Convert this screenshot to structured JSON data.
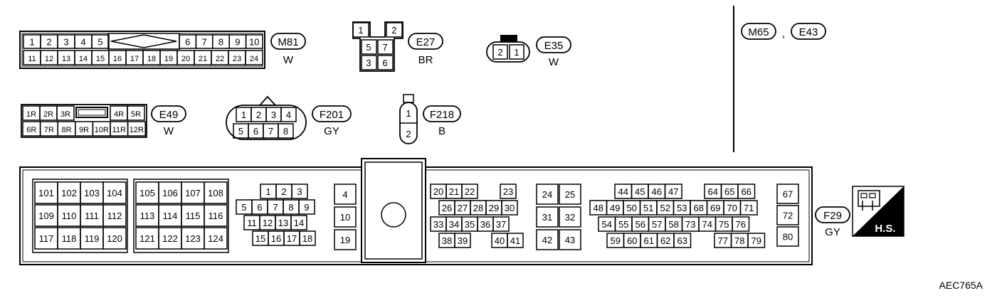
{
  "connectors": {
    "m81": {
      "name": "M81",
      "color": "W",
      "top_left": [
        "1",
        "2",
        "3",
        "4",
        "5"
      ],
      "top_right": [
        "6",
        "7",
        "8",
        "9",
        "10"
      ],
      "bottom": [
        "11",
        "12",
        "13",
        "14",
        "15",
        "16",
        "17",
        "18",
        "19",
        "20",
        "21",
        "22",
        "23",
        "24"
      ]
    },
    "e27": {
      "name": "E27",
      "color": "BR",
      "pins": [
        "1",
        "2",
        "5",
        "7",
        "3",
        "6"
      ]
    },
    "e35": {
      "name": "E35",
      "color": "W",
      "pins": [
        "2",
        "1"
      ]
    },
    "e49": {
      "name": "E49",
      "color": "W",
      "top": [
        "1R",
        "2R",
        "3R",
        "4R",
        "5R"
      ],
      "bottom": [
        "6R",
        "7R",
        "8R",
        "9R",
        "10R",
        "11R",
        "12R"
      ]
    },
    "f201": {
      "name": "F201",
      "color": "GY",
      "top": [
        "1",
        "2",
        "3",
        "4"
      ],
      "bottom": [
        "5",
        "6",
        "7",
        "8"
      ]
    },
    "f218": {
      "name": "F218",
      "color": "B",
      "pins": [
        "1",
        "2"
      ]
    },
    "f29": {
      "name": "F29",
      "color": "GY",
      "block_a": [
        [
          "101",
          "102",
          "103",
          "104"
        ],
        [
          "109",
          "110",
          "111",
          "112"
        ],
        [
          "117",
          "118",
          "119",
          "120"
        ]
      ],
      "block_b": [
        [
          "105",
          "106",
          "107",
          "108"
        ],
        [
          "113",
          "114",
          "115",
          "116"
        ],
        [
          "121",
          "122",
          "123",
          "124"
        ]
      ],
      "block_c": [
        [
          "1",
          "2",
          "3"
        ],
        [
          "5",
          "6",
          "7",
          "8",
          "9"
        ],
        [
          "11",
          "12",
          "13",
          "14"
        ],
        [
          "15",
          "16",
          "17",
          "18"
        ]
      ],
      "block_d": [
        "4",
        "10",
        "19"
      ],
      "block_e": [
        [
          "20",
          "21",
          "22",
          "23"
        ],
        [
          "26",
          "27",
          "28",
          "29",
          "30"
        ],
        [
          "33",
          "34",
          "35",
          "36",
          "37"
        ],
        [
          "38",
          "39",
          "40",
          "41"
        ]
      ],
      "block_f": [
        [
          "24",
          "25"
        ],
        [
          "31",
          "32"
        ],
        [
          "42",
          "43"
        ]
      ],
      "block_g": [
        [
          "44",
          "45",
          "46",
          "47",
          "64",
          "65",
          "66"
        ],
        [
          "48",
          "49",
          "50",
          "51",
          "52",
          "53",
          "68",
          "69",
          "70",
          "71"
        ],
        [
          "54",
          "55",
          "56",
          "57",
          "58",
          "73",
          "74",
          "75",
          "76"
        ],
        [
          "59",
          "60",
          "61",
          "62",
          "63",
          "77",
          "78",
          "79"
        ]
      ],
      "block_h": [
        "67",
        "72",
        "80"
      ]
    }
  },
  "combo_note": {
    "a": "M65",
    "sep": ",",
    "b": "E43"
  },
  "hs_badge": {
    "label": "H.S."
  },
  "figure_code": "AEC765A"
}
